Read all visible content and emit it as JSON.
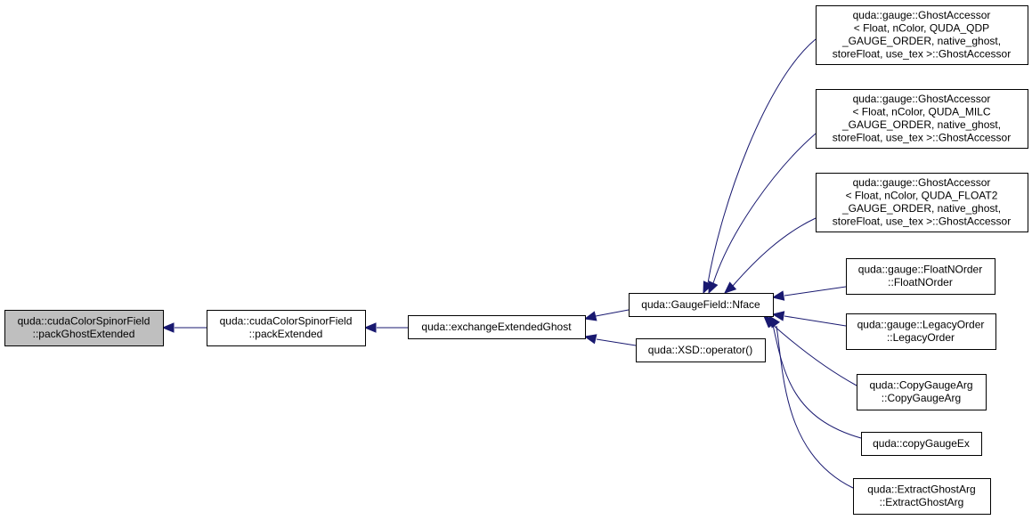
{
  "graph": {
    "nodes": [
      {
        "id": "packGhostExtended",
        "lines": [
          "quda::cudaColorSpinorField",
          "::packGhostExtended"
        ],
        "highlighted": true
      },
      {
        "id": "packExtended",
        "lines": [
          "quda::cudaColorSpinorField",
          "::packExtended"
        ]
      },
      {
        "id": "exchangeExtendedGhost",
        "lines": [
          "quda::exchangeExtendedGhost"
        ]
      },
      {
        "id": "Nface",
        "lines": [
          "quda::GaugeField::Nface"
        ]
      },
      {
        "id": "XSDop",
        "lines": [
          "quda::XSD::operator()"
        ]
      },
      {
        "id": "GA_QDP",
        "lines": [
          "quda::gauge::GhostAccessor",
          "< Float, nColor, QUDA_QDP",
          "_GAUGE_ORDER, native_ghost,",
          " storeFloat, use_tex >::GhostAccessor"
        ]
      },
      {
        "id": "GA_MILC",
        "lines": [
          "quda::gauge::GhostAccessor",
          "< Float, nColor, QUDA_MILC",
          "_GAUGE_ORDER, native_ghost,",
          " storeFloat, use_tex >::GhostAccessor"
        ]
      },
      {
        "id": "GA_FLOAT2",
        "lines": [
          "quda::gauge::GhostAccessor",
          "< Float, nColor, QUDA_FLOAT2",
          "_GAUGE_ORDER, native_ghost,",
          " storeFloat, use_tex >::GhostAccessor"
        ]
      },
      {
        "id": "FloatNOrder",
        "lines": [
          "quda::gauge::FloatNOrder",
          "::FloatNOrder"
        ]
      },
      {
        "id": "LegacyOrder",
        "lines": [
          "quda::gauge::LegacyOrder",
          "::LegacyOrder"
        ]
      },
      {
        "id": "CopyGaugeArg",
        "lines": [
          "quda::CopyGaugeArg",
          "::CopyGaugeArg"
        ]
      },
      {
        "id": "copyGaugeEx",
        "lines": [
          "quda::copyGaugeEx"
        ]
      },
      {
        "id": "ExtractGhostArg",
        "lines": [
          "quda::ExtractGhostArg",
          "::ExtractGhostArg"
        ]
      }
    ],
    "edges": [
      {
        "from": "packExtended",
        "to": "packGhostExtended"
      },
      {
        "from": "exchangeExtendedGhost",
        "to": "packExtended"
      },
      {
        "from": "Nface",
        "to": "exchangeExtendedGhost"
      },
      {
        "from": "XSDop",
        "to": "exchangeExtendedGhost"
      },
      {
        "from": "GA_QDP",
        "to": "Nface"
      },
      {
        "from": "GA_MILC",
        "to": "Nface"
      },
      {
        "from": "GA_FLOAT2",
        "to": "Nface"
      },
      {
        "from": "FloatNOrder",
        "to": "Nface"
      },
      {
        "from": "LegacyOrder",
        "to": "Nface"
      },
      {
        "from": "CopyGaugeArg",
        "to": "Nface"
      },
      {
        "from": "copyGaugeEx",
        "to": "Nface"
      },
      {
        "from": "ExtractGhostArg",
        "to": "Nface"
      }
    ],
    "colors": {
      "edge": "#191970",
      "highlight_fill": "#bfbfbf",
      "node_fill": "#ffffff",
      "border": "#000000"
    }
  }
}
